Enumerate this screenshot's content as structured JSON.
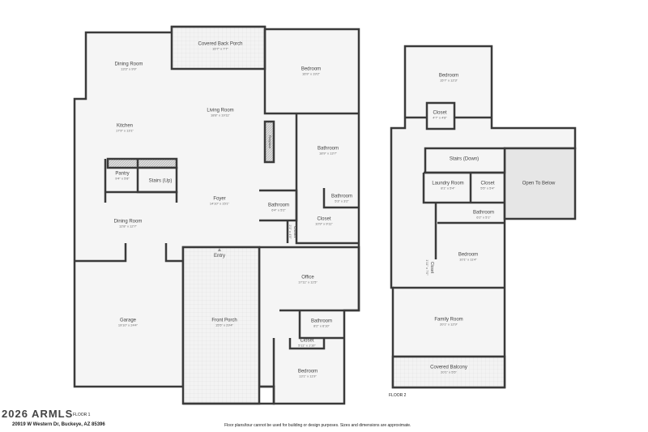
{
  "floor1": {
    "label": "FLOOR 1",
    "rooms": [
      {
        "name": "Dining Room",
        "dims": "13'3\" x 9'9\""
      },
      {
        "name": "Covered Back Porch",
        "dims": "16'7\" x 7'7\""
      },
      {
        "name": "Bedroom",
        "dims": "16'9\" x 19'2\""
      },
      {
        "name": "Living Room",
        "dims": "18'8\" x 19'11\""
      },
      {
        "name": "Kitchen",
        "dims": "17'9\" x 13'1\""
      },
      {
        "name": "Fireplace",
        "dims": ""
      },
      {
        "name": "Bathroom",
        "dims": "18'9\" x 13'7\""
      },
      {
        "name": "Pantry",
        "dims": "9'4\" x 5'8\""
      },
      {
        "name": "Stairs (Up)",
        "dims": ""
      },
      {
        "name": "Foyer",
        "dims": "14'10\" x 15'1\""
      },
      {
        "name": "Bathroom",
        "dims": "6'4\" x 5'2\""
      },
      {
        "name": "Bathroom",
        "dims": "5'3\" x 3'2\""
      },
      {
        "name": "Closet",
        "dims": "10'9\" x 9'11\""
      },
      {
        "name": "Closet",
        "dims": "2'1\" x 4'5\""
      },
      {
        "name": "Dining Room",
        "dims": "12'8\" x 12'7\""
      },
      {
        "name": "Entry",
        "dims": ""
      },
      {
        "name": "Office",
        "dims": "17'11\" x 11'5\""
      },
      {
        "name": "Garage",
        "dims": "19'10\" x 24'4\""
      },
      {
        "name": "Front Porch",
        "dims": "15'5\" x 29'4\""
      },
      {
        "name": "Bathroom",
        "dims": "8'2\" x 6'10\""
      },
      {
        "name": "Closet",
        "dims": "5'11\" x 1'10\""
      },
      {
        "name": "Bedroom",
        "dims": "13'1\" x 11'9\""
      }
    ]
  },
  "floor2": {
    "label": "FLOOR 2",
    "rooms": [
      {
        "name": "Bedroom",
        "dims": "15'7\" x 12'3\""
      },
      {
        "name": "Closet",
        "dims": "4'7\" x 4'8\""
      },
      {
        "name": "Stairs (Down)",
        "dims": ""
      },
      {
        "name": "Laundry Room",
        "dims": "8'1\" x 5'4\""
      },
      {
        "name": "Closet",
        "dims": "5'5\" x 5'4\""
      },
      {
        "name": "Open To Below",
        "dims": ""
      },
      {
        "name": "Bathroom",
        "dims": "6'2\" x 5'1\""
      },
      {
        "name": "Bedroom",
        "dims": "10'1\" x 11'4\""
      },
      {
        "name": "Closet",
        "dims": "1'11\" x 7'0\""
      },
      {
        "name": "Family Room",
        "dims": "20'1\" x 12'9\""
      },
      {
        "name": "Covered Balcony",
        "dims": "20'1\" x 5'5\""
      }
    ]
  },
  "footer": {
    "logo": "2026 ARMLS",
    "address": "20919 W Western Dr, Buckeye, AZ 85396",
    "disclaimer": "Floor plans/tour cannot be used for building or design purposes. Sizes and dimensions are approximate."
  },
  "colors": {
    "wall": "#3a3a3a",
    "floor": "#f5f5f5",
    "open_below": "#e6e6e6"
  }
}
